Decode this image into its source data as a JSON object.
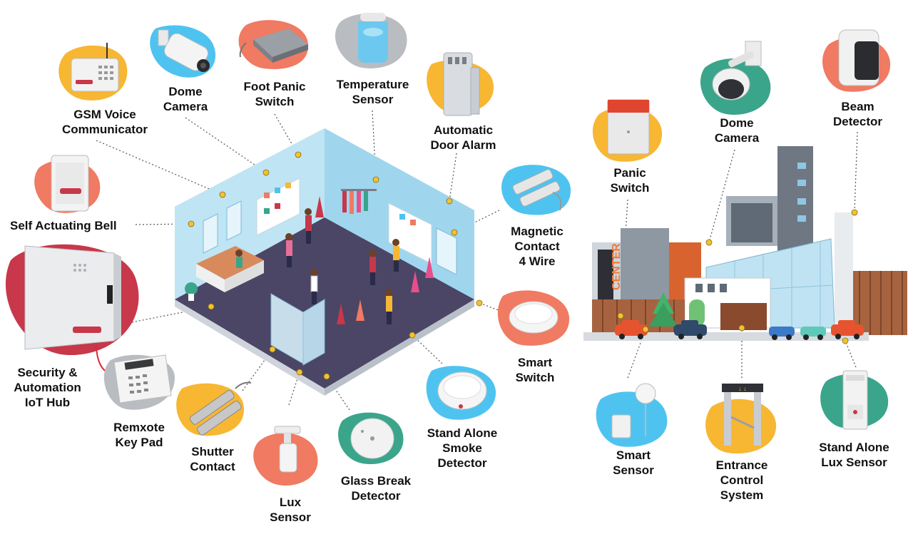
{
  "colors": {
    "yellow": "#f7b733",
    "salmon": "#f07a62",
    "sky": "#4fc3f0",
    "teal": "#3aa58a",
    "grey": "#b9bcc0",
    "crimson": "#c8374a",
    "dots": "#f2c230",
    "room_wall": "#a9dcef",
    "room_floor": "#4b4566",
    "building_glass": "#bfe3f2",
    "brick": "#a7633f"
  },
  "labels": {
    "gsm": [
      "GSM Voice",
      "Communicator"
    ],
    "dome_left": [
      "Dome",
      "Camera"
    ],
    "foot_panic": [
      "Foot Panic",
      "Switch"
    ],
    "temperature": [
      "Temperature",
      "Sensor"
    ],
    "door_alarm": [
      "Automatic",
      "Door Alarm"
    ],
    "bell": [
      "Self Actuating Bell"
    ],
    "magnetic": [
      "Magnetic",
      "Contact",
      "4 Wire"
    ],
    "hub": [
      "Security &",
      "Automation",
      "IoT Hub"
    ],
    "smart_switch": [
      "Smart",
      "Switch"
    ],
    "keypad": [
      "Remxote",
      "Key Pad"
    ],
    "shutter": [
      "Shutter",
      "Contact"
    ],
    "lux_left": [
      "Lux",
      "Sensor"
    ],
    "glass_break": [
      "Glass Break",
      "Detector"
    ],
    "smoke": [
      "Stand Alone",
      "Smoke",
      "Detector"
    ],
    "panic": [
      "Panic",
      "Switch"
    ],
    "dome_right": [
      "Dome",
      "Camera"
    ],
    "beam": [
      "Beam",
      "Detector"
    ],
    "smart_sensor": [
      "Smart",
      "Sensor"
    ],
    "entrance": [
      "Entrance",
      "Control",
      "System"
    ],
    "lux_right": [
      "Stand Alone",
      "Lux Sensor"
    ]
  },
  "icons": {
    "gsm": "gsm-communicator-icon",
    "dome_left": "dome-camera-icon",
    "foot_panic": "foot-panic-switch-icon",
    "temperature": "temperature-sensor-icon",
    "door_alarm": "door-alarm-icon",
    "bell": "alarm-bell-icon",
    "magnetic": "magnetic-contact-icon",
    "hub": "iot-hub-panel-icon",
    "smart_switch": "smart-switch-icon",
    "keypad": "keypad-icon",
    "shutter": "shutter-contact-icon",
    "lux_left": "lux-sensor-icon",
    "glass_break": "glass-break-detector-icon",
    "smoke": "smoke-detector-icon",
    "panic": "panic-switch-icon",
    "dome_right": "dome-camera-icon",
    "beam": "beam-detector-icon",
    "smart_sensor": "smart-sensor-icon",
    "entrance": "entrance-gate-icon",
    "lux_right": "din-rail-lux-sensor-icon"
  },
  "building_sign": "CENTER"
}
